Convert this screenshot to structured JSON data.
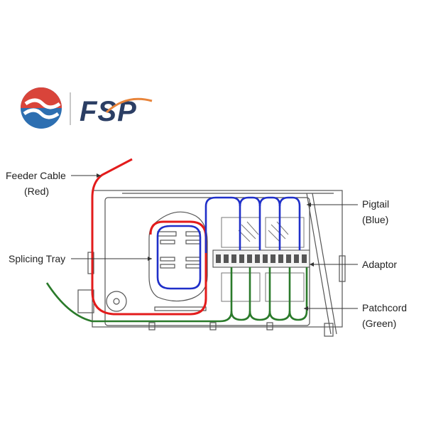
{
  "brand": {
    "wordmark": "FSP",
    "colors": {
      "red": "#d9443a",
      "blue": "#2d6fb1",
      "orange": "#e8843a",
      "navy": "#2b3e64"
    }
  },
  "labels": {
    "feeder_cable": [
      "Feeder Cable",
      "(Red)"
    ],
    "splicing_tray": "Splicing Tray",
    "pigtail": [
      "Pigtail",
      "(Blue)"
    ],
    "adaptor": "Adaptor",
    "patchcord": [
      "Patchcord",
      "(Green)"
    ]
  },
  "colors": {
    "feeder": "#e31b1b",
    "pigtail": "#1f2fc9",
    "patchcord": "#2a7a2a",
    "linework": "#555555"
  }
}
